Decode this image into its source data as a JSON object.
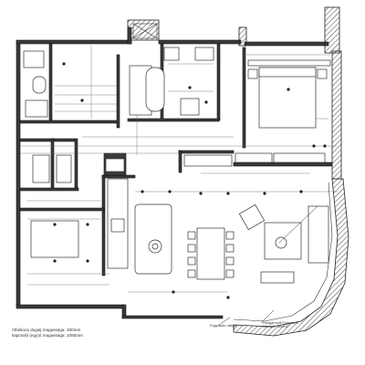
{
  "legend": {
    "line1": "Álfalános dugalj magassága: 300mm",
    "line2": "kapcsoló (egy)ó magassága: 1050mm"
  },
  "callouts": {
    "left": "Fogyasztó rálépő",
    "right_line1": "Hungarocell Fogyasztó",
    "right_line2": "áramkör: 3m/m2"
  },
  "colors": {
    "wall": "#3a3a3a",
    "line": "#333333",
    "paper": "#ffffff"
  }
}
